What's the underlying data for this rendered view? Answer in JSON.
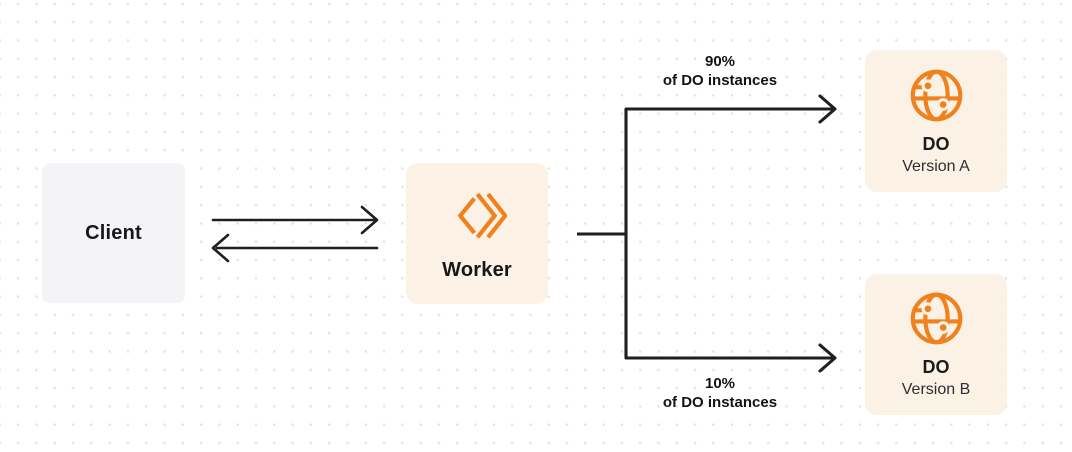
{
  "diagram": {
    "nodes": {
      "client": {
        "label": "Client",
        "bg": "#f4f4f6"
      },
      "worker": {
        "label": "Worker",
        "bg": "#fbf1e4",
        "icon": "cloudflare-workers-brackets-icon"
      },
      "do_version_a": {
        "title": "DO",
        "subtitle": "Version A",
        "bg": "#fbf1e4",
        "icon": "globe-icon"
      },
      "do_version_b": {
        "title": "DO",
        "subtitle": "Version B",
        "bg": "#fbf1e4",
        "icon": "globe-icon"
      }
    },
    "branches": {
      "top": {
        "percent": "90%",
        "caption": "of DO instances"
      },
      "bottom": {
        "percent": "10%",
        "caption": "of DO instances"
      }
    },
    "colors": {
      "accent_orange": "#f0811f",
      "box_cream": "#fbf1e4",
      "box_gray": "#f4f4f6",
      "line_dark": "#1f1f23",
      "dot_grid": "#e3e3e8"
    }
  }
}
